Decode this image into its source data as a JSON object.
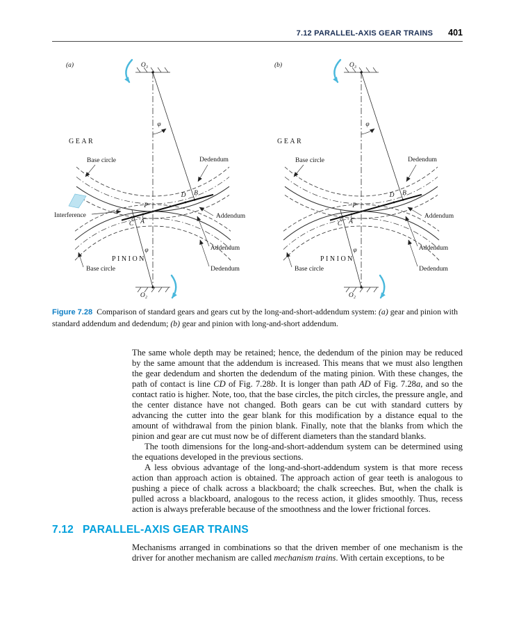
{
  "colors": {
    "section_heading_cyan": "#00a0dc",
    "figure_label_blue": "#0e7ec4",
    "rotation_arrow_cyan": "#49b8dc",
    "interference_highlight": "#bfe4f2",
    "running_head_navy": "#1b2f55"
  },
  "header": {
    "section_title": "7.12  PARALLEL-AXIS GEAR TRAINS",
    "page_number": "401"
  },
  "figure": {
    "panel_a": {
      "label": "(a)"
    },
    "panel_b": {
      "label": "(b)"
    },
    "labels": {
      "o3": "O₃",
      "o2": "O₂",
      "phi": "φ",
      "gear": "GEAR",
      "pinion": "PINION",
      "base_circle": "Base circle",
      "dedendum": "Dedendum",
      "addendum": "Addendum",
      "interference": "Interference",
      "pt_P": "P",
      "pt_A": "A",
      "pt_B": "B",
      "pt_C": "C",
      "pt_D": "D"
    },
    "caption": {
      "label": "Figure 7.28",
      "s1": "Comparison of standard gears and gears cut by the long-and-short-addendum system: ",
      "a_italic": "(a)",
      "s2": " gear and pinion with standard addendum and dedendum; ",
      "b_italic": "(b)",
      "s3": " gear and pinion with long-and-short addendum."
    }
  },
  "body": {
    "p1": {
      "s1": "The same whole depth may be retained; hence, the dedendum of the pinion may be reduced by the same amount that the addendum is increased. This means that we must also lengthen the gear dedendum and shorten the dedendum of the mating pinion. With these changes, the path of contact is line ",
      "i1": "CD",
      "s2": " of Fig. 7.28",
      "i2": "b",
      "s3": ". It is longer than path ",
      "i3": "AD",
      "s4": " of Fig. 7.28",
      "i4": "a",
      "s5": ", and so the contact ratio is higher. Note, too, that the base circles, the pitch circles, the pressure angle, and the center distance have not changed. Both gears can be cut with standard cutters by advancing the cutter into the gear blank for this modification by a distance equal to the amount of withdrawal from the pinion blank. Finally, note that the blanks from which the pinion and gear are cut must now be of different diameters than the standard blanks."
    },
    "p2": "The tooth dimensions for the long-and-short-addendum system can be determined using the equations developed in the previous sections.",
    "p3": "A less obvious advantage of the long-and-short-addendum system is that more recess action than approach action is obtained. The approach action of gear teeth is analogous to pushing a piece of chalk across a blackboard; the chalk screeches. But, when the chalk is pulled across a blackboard, analogous to the recess action, it glides smoothly. Thus, recess action is always preferable because of the smoothness and the lower frictional forces.",
    "p4": {
      "s1": "Mechanisms arranged in combinations so that the driven member of one mechanism is the driver for another mechanism are called ",
      "i1": "mechanism trains",
      "s2": ". With certain exceptions, to be"
    }
  },
  "section": {
    "number": "7.12",
    "title": "PARALLEL-AXIS GEAR TRAINS"
  }
}
